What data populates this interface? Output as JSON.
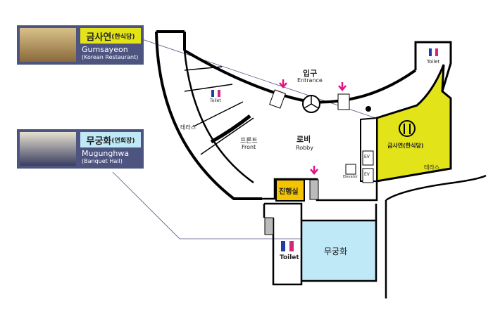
{
  "cards": [
    {
      "ko": "금사연",
      "ko_sub": "(한식당)",
      "en": "Gumsayeon",
      "sub": "(Korean Restaurant)",
      "color": "#e3e31a"
    },
    {
      "ko": "무궁화",
      "ko_sub": "(연회장)",
      "en": "Mugunghwa",
      "sub": "(Banquet Hall)",
      "color": "#bfe9f7"
    }
  ],
  "map": {
    "entrance_ko": "입구",
    "entrance_en": "Entrance",
    "lobby_ko": "로비",
    "lobby_en": "Robby",
    "front_ko": "프론트",
    "front_en": "Front",
    "terrace_left": "테라스",
    "terrace_right": "테라스",
    "toilet": "Toilet",
    "elevator": "Elevator",
    "ev": "EV",
    "restaurant": "금사연(한식당)",
    "progress_room": "진행실",
    "banquet": "무궁화"
  },
  "colors": {
    "panel": "#4d5480",
    "restaurant": "#e3e31a",
    "banquet": "#bfe9f7",
    "progress": "#f5c400",
    "arrow": "#e0157f"
  }
}
